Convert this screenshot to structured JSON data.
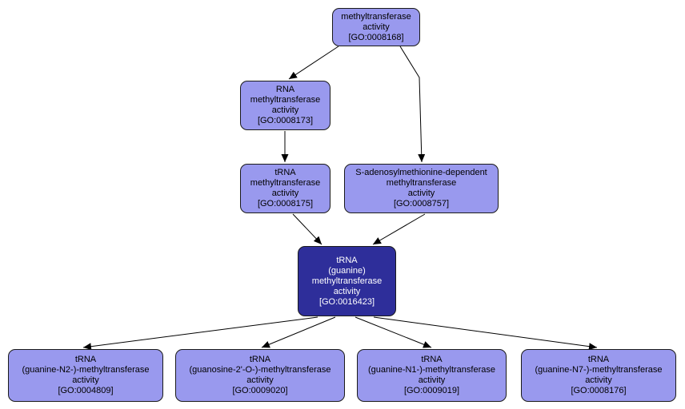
{
  "diagram": {
    "title": "GO term ancestry graph for tRNA (guanine) methyltransferase activity",
    "type": "directed-acyclic-graph"
  },
  "colors": {
    "node_fill": "#9999ee",
    "node_border": "#1a1a1a",
    "highlight_fill": "#2e2e9a",
    "highlight_text": "#ffffff",
    "edge": "#000000",
    "background": "#ffffff"
  },
  "nodes": {
    "go_0008168": {
      "label": "methyltransferase\nactivity\n[GO:0008168]",
      "name": "methyltransferase activity",
      "id": "GO:0008168",
      "highlighted": false
    },
    "go_0008173": {
      "label": "RNA\nmethyltransferase\nactivity\n[GO:0008173]",
      "name": "RNA methyltransferase activity",
      "id": "GO:0008173",
      "highlighted": false
    },
    "go_0008175": {
      "label": "tRNA\nmethyltransferase\nactivity\n[GO:0008175]",
      "name": "tRNA methyltransferase activity",
      "id": "GO:0008175",
      "highlighted": false
    },
    "go_0008757": {
      "label": "S-adenosylmethionine-dependent\nmethyltransferase\nactivity\n[GO:0008757]",
      "name": "S-adenosylmethionine-dependent methyltransferase activity",
      "id": "GO:0008757",
      "highlighted": false
    },
    "go_0016423": {
      "label": "tRNA\n(guanine)\nmethyltransferase\nactivity\n[GO:0016423]",
      "name": "tRNA (guanine) methyltransferase activity",
      "id": "GO:0016423",
      "highlighted": true
    },
    "go_0004809": {
      "label": "tRNA\n(guanine-N2-)-methyltransferase\nactivity\n[GO:0004809]",
      "name": "tRNA (guanine-N2-)-methyltransferase activity",
      "id": "GO:0004809",
      "highlighted": false
    },
    "go_0009020": {
      "label": "tRNA\n(guanosine-2'-O-)-methyltransferase\nactivity\n[GO:0009020]",
      "name": "tRNA (guanosine-2'-O-)-methyltransferase activity",
      "id": "GO:0009020",
      "highlighted": false
    },
    "go_0009019": {
      "label": "tRNA\n(guanine-N1-)-methyltransferase\nactivity\n[GO:0009019]",
      "name": "tRNA (guanine-N1-)-methyltransferase activity",
      "id": "GO:0009019",
      "highlighted": false
    },
    "go_0008176": {
      "label": "tRNA\n(guanine-N7-)-methyltransferase\nactivity\n[GO:0008176]",
      "name": "tRNA (guanine-N7-)-methyltransferase activity",
      "id": "GO:0008176",
      "highlighted": false
    }
  },
  "edges": [
    {
      "from": "GO:0008168",
      "to": "GO:0008173"
    },
    {
      "from": "GO:0008168",
      "to": "GO:0008757"
    },
    {
      "from": "GO:0008173",
      "to": "GO:0008175"
    },
    {
      "from": "GO:0008175",
      "to": "GO:0016423"
    },
    {
      "from": "GO:0008757",
      "to": "GO:0016423"
    },
    {
      "from": "GO:0016423",
      "to": "GO:0004809"
    },
    {
      "from": "GO:0016423",
      "to": "GO:0009020"
    },
    {
      "from": "GO:0016423",
      "to": "GO:0009019"
    },
    {
      "from": "GO:0016423",
      "to": "GO:0008176"
    }
  ]
}
